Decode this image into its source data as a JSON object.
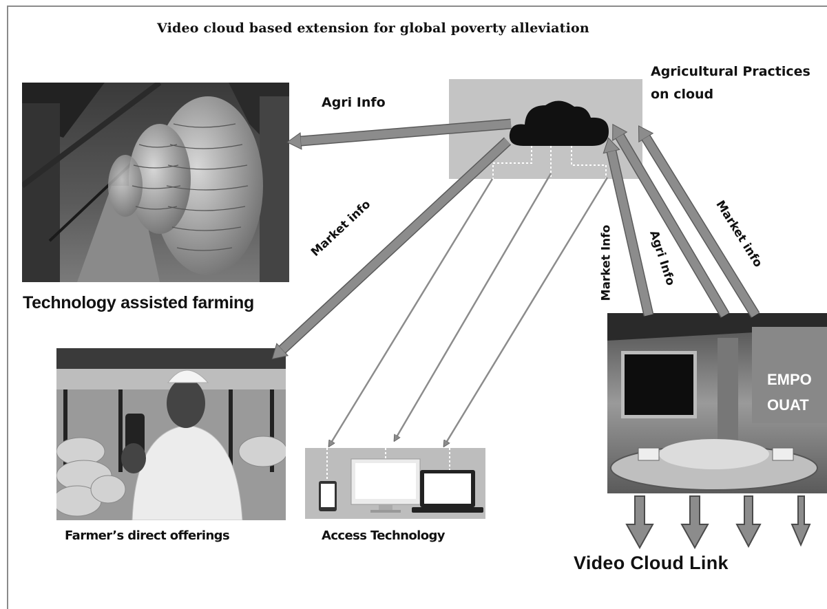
{
  "diagram": {
    "title": "Video cloud based extension for global poverty alleviation",
    "cloud_label": "Agricultural Practices on cloud",
    "arrow_labels": {
      "agri_info_to_farm": "Agri Info",
      "market_info_to_farmer": "Market info",
      "market_info_vertical": "Market Info",
      "agri_info_right": "Agri Info",
      "market_info_right": "Market info"
    },
    "nodes": {
      "technology_farming": "Technology assisted farming",
      "farmer_offerings": "Farmer’s direct offerings",
      "access_technology": "Access Technology",
      "video_cloud_link": "Video Cloud Link"
    },
    "studio_screen_text": [
      "EMPO",
      "OUAT"
    ]
  },
  "colors": {
    "arrow_fill": "#8c8c8c",
    "arrow_edge": "#5a5a5a",
    "cloud_box": "#c4c4c4",
    "cloud": "#111111",
    "devices_panel": "#bdbdbd"
  }
}
